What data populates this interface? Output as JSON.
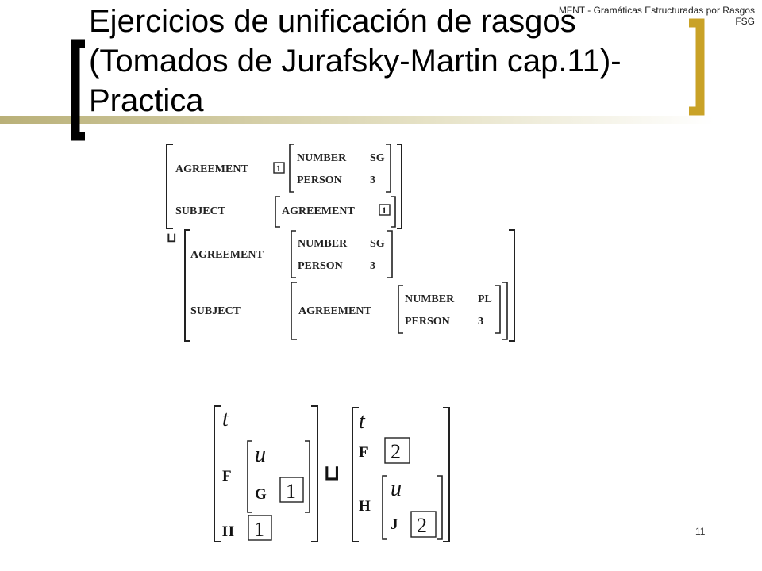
{
  "header": {
    "note_line1": "MFNT - Gramáticas Estructuradas por Rasgos",
    "note_line2": "FSG"
  },
  "title": {
    "line1": "Ejercicios de unificación de rasgos",
    "line2": "(Tomados de Jurafsky-Martin cap.11)-",
    "line3": "Practica"
  },
  "figure1": {
    "agreement": "AGREEMENT",
    "subject": "SUBJECT",
    "number": "NUMBER",
    "person": "PERSON",
    "sg": "SG",
    "pl": "PL",
    "three": "3",
    "tag1": "1",
    "unify": "⊔"
  },
  "figure2": {
    "t": "t",
    "u": "u",
    "F": "F",
    "G": "G",
    "H": "H",
    "J": "J",
    "tag1": "1",
    "tag2": "2",
    "unify": "⊔"
  },
  "footer": {
    "slide_number": "11"
  },
  "colors": {
    "accent_gold": "#C9A227",
    "bracket_black": "#000000"
  }
}
